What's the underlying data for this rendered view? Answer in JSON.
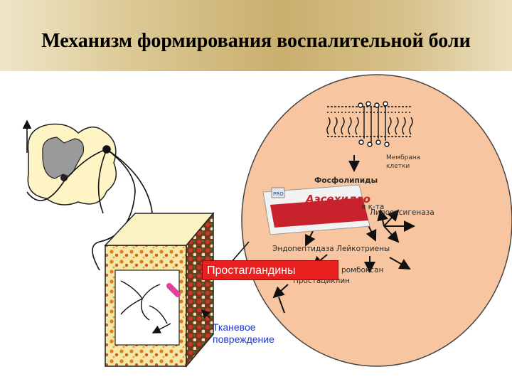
{
  "title": "Механизм формирования воспалительной боли",
  "labels": {
    "membrane": "Мембрана клетки",
    "membrane_line1": "Мембрана",
    "membrane_line2": "клетки",
    "phospholipids": "Фосфолипиды",
    "acid": "я к-та",
    "lipoxygenase": "Липооксигеназа",
    "endoperoxidase_leukotrienes": "Эндопептидаза Лейкотриены",
    "thromboxane": "ромбоксан",
    "prostacyclin": "Простациклин",
    "prostaglandins": "Простагландины",
    "tissue_damage_line1": "Тканевое",
    "tissue_damage_line2": "повреждение",
    "drug_brand": "Аэсехидзо",
    "drug_logo": "PRO"
  },
  "colors": {
    "cell": "#f7c6a0",
    "cell_border": "#333333",
    "prostaglandins_bg": "#e82020",
    "tissue_label": "#1f36d6",
    "drug_red": "#c8232c",
    "cube_fill": "#f4e8a8",
    "cube_dots": "#e07a1e",
    "cube_cells": "#d6332a"
  },
  "icons": [
    "spinal-cord-icon",
    "neuron-icon",
    "membrane-bilayer-icon",
    "drug-package-icon",
    "tissue-cube-icon",
    "arrow-icon"
  ]
}
